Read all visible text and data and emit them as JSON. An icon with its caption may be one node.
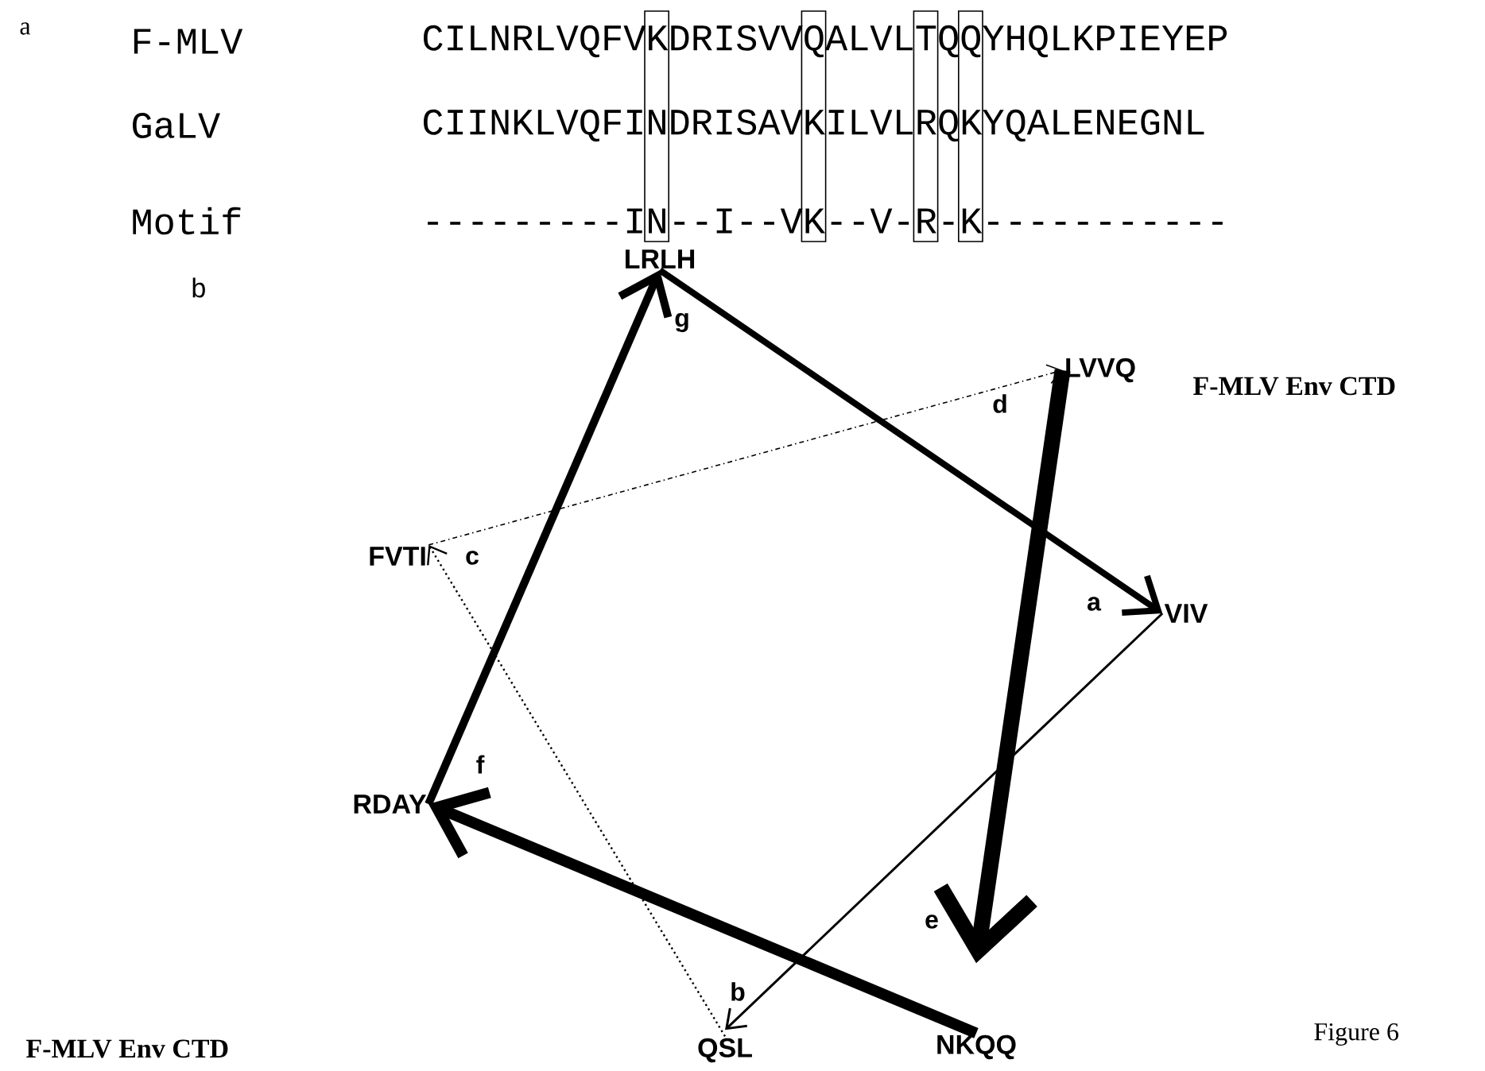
{
  "diagram": {
    "nodes": [
      {
        "text": [
          "LRLH"
        ],
        "beside": [
          "g"
        ]
      },
      {
        "text": [
          "LVVQ"
        ],
        "beside": [
          "d"
        ]
      },
      {
        "text": [
          "FVTI"
        ],
        "beside": [
          "c"
        ]
      },
      {
        "text": [
          "VIV"
        ],
        "beside": [
          "a"
        ]
      },
      {
        "text": [
          "RDAY"
        ],
        "beside": [
          "f"
        ]
      },
      {
        "text": [
          "NKQQ"
        ]
      },
      {
        "text": [
          "QSL"
        ],
        "beside": [
          "b"
        ]
      }
    ],
    "edges": [
      {
        "from": 0,
        "to": 3,
        "arrow": "to"
      },
      {
        "from": 3,
        "to": 6,
        "arrow": "to"
      },
      {
        "from": 6,
        "to": 2,
        "arrow": "to",
        "style": "dashed"
      },
      {
        "from": 2,
        "to": 1,
        "arrow": "to",
        "style": "dashed"
      },
      {
        "from": 1,
        "to": 5,
        "arrow": "to",
        "style": "thick"
      },
      {
        "from": 5,
        "to": 4,
        "arrow": "to"
      },
      {
        "from": 4,
        "to": 0,
        "arrow": "to"
      }
    ],
    "labels": [
      "a",
      "F-MLV",
      "CILNRLVQFVKDRISVVQALVLTQQYHQLKPIEYEP",
      "GaLV",
      "CIINKLVQFINDRISAVKILVLRQKYQALENEGNL",
      "Motif",
      "---------IN--I--VK--V-R-K-----------",
      "b",
      "F-MLV Env CTD",
      "Figure 6",
      "F-MLV Env CTD",
      "e"
    ]
  }
}
